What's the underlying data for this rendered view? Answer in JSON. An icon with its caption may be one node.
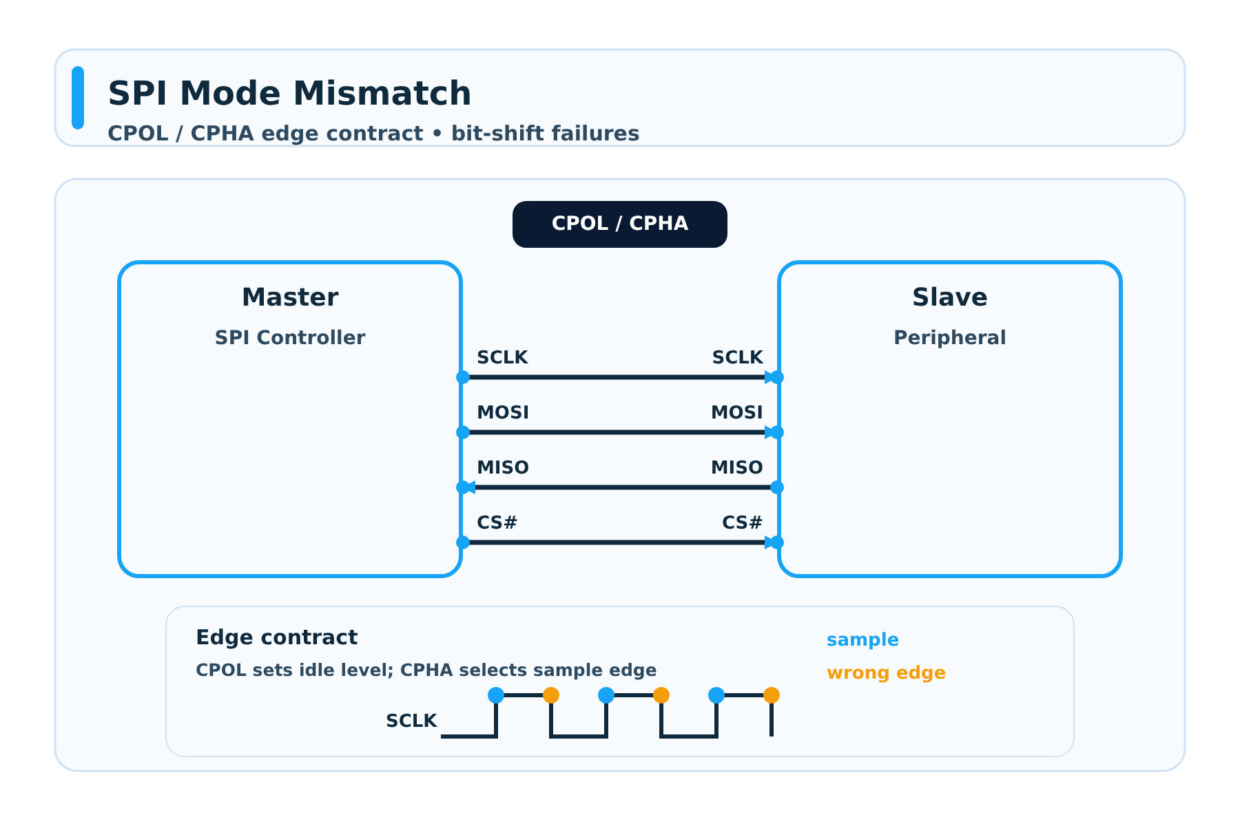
{
  "diagram": {
    "title": "SPI Mode Mismatch",
    "nodes": [
      {
        "text": [
          "CPOL / CPHA"
        ]
      },
      {
        "text": [
          "Master",
          "SPI Controller"
        ]
      },
      {
        "text": [
          "Slave",
          "Peripheral"
        ]
      },
      {
        "text": [
          "Edge contract",
          "CPOL sets idle level; CPHA selects sample edge"
        ]
      }
    ],
    "edges": [
      {
        "from": 1,
        "to": 2,
        "arrow": "to"
      },
      {
        "from": 1,
        "to": 2,
        "arrow": "to"
      },
      {
        "from": 2,
        "to": 1,
        "arrow": "to"
      },
      {
        "from": 1,
        "to": 2,
        "arrow": "to"
      }
    ],
    "labels": [
      "CPOL / CPHA edge contract • bit-shift failures",
      "SCLK",
      "SCLK",
      "MOSI",
      "MOSI",
      "MISO",
      "MISO",
      "CS#",
      "CS#",
      "SCLK"
    ],
    "legend": [
      {
        "text": "sample",
        "color": "#18a4f5"
      },
      {
        "text": "wrong edge",
        "color": "#f59e0b"
      }
    ]
  }
}
